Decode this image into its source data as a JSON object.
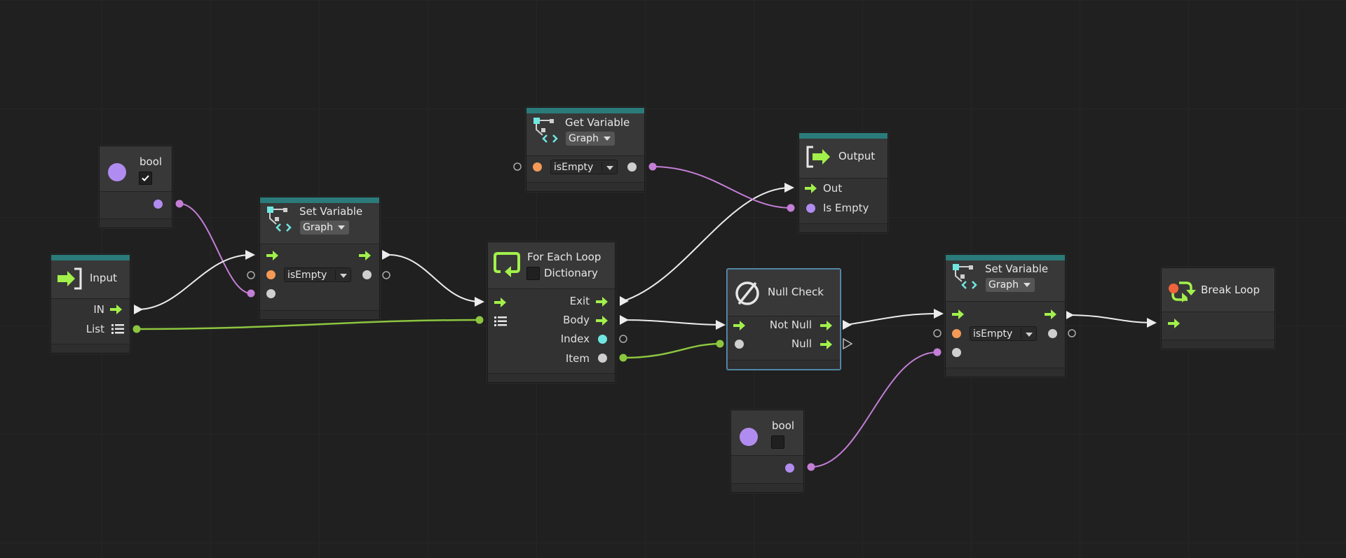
{
  "nodes": {
    "bool_top": {
      "title": "bool",
      "checked": true
    },
    "input": {
      "title": "Input",
      "ports": {
        "in": "IN",
        "list": "List"
      }
    },
    "set_var_1": {
      "title": "Set Variable",
      "scope": "Graph",
      "variable": "isEmpty"
    },
    "get_var": {
      "title": "Get Variable",
      "scope": "Graph",
      "variable": "isEmpty"
    },
    "output": {
      "title": "Output",
      "ports": {
        "out": "Out",
        "is_empty": "Is Empty"
      }
    },
    "for_each": {
      "title": "For Each Loop",
      "option": "Dictionary",
      "ports": {
        "exit": "Exit",
        "body": "Body",
        "index": "Index",
        "item": "Item"
      }
    },
    "null_check": {
      "title": "Null Check",
      "ports": {
        "not_null": "Not Null",
        "null": "Null"
      }
    },
    "set_var_2": {
      "title": "Set Variable",
      "scope": "Graph",
      "variable": "isEmpty"
    },
    "break_loop": {
      "title": "Break Loop"
    },
    "bool_bottom": {
      "title": "bool",
      "checked": false
    }
  },
  "colors": {
    "flow": "#a2f14b",
    "bool": "#b18cf0",
    "object": "#cfcfcf",
    "integer": "#6fe7e0",
    "variable": "#f49a56",
    "list_wire": "#8cc63f",
    "bool_wire": "#c47ed6",
    "control_wire": "#ececec"
  },
  "icons": {
    "input": "enter-arrow-icon",
    "set_variable": "variable-tree-icon",
    "get_variable": "variable-tree-icon",
    "output": "exit-arrow-icon",
    "for_each": "loop-icon",
    "null_check": "null-symbol-icon",
    "break_loop": "break-loop-icon"
  }
}
